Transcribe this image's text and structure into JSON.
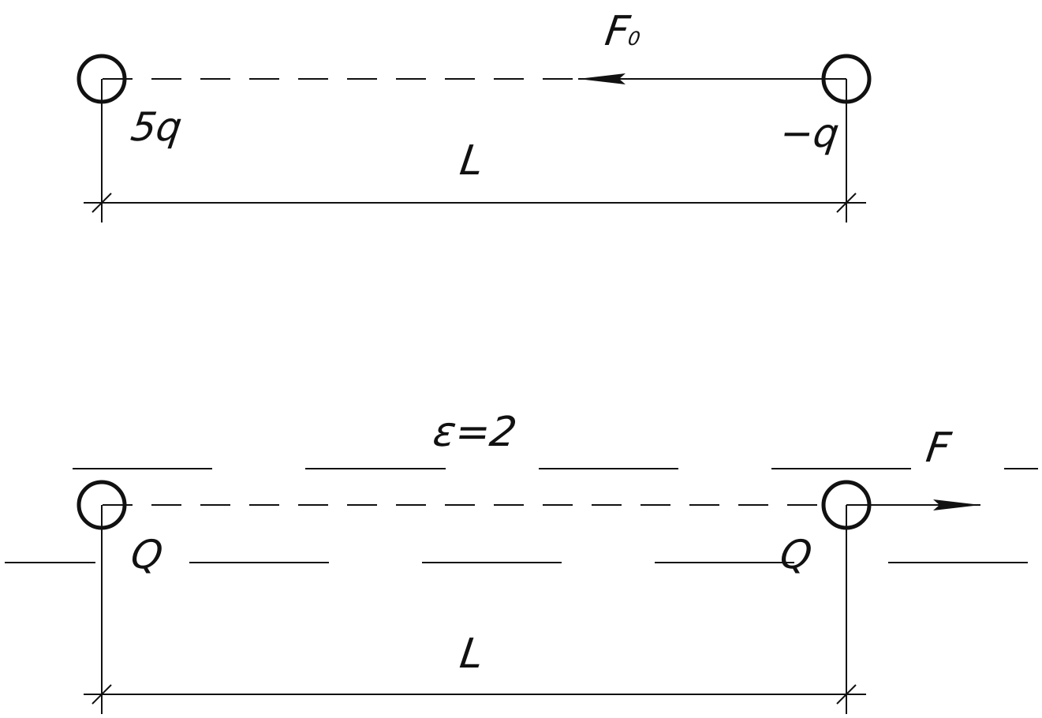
{
  "colors": {
    "line": "#111111",
    "background": "#ffffff"
  },
  "top": {
    "force_label": "F",
    "force_subscript": "0",
    "left_charge": "5q",
    "right_charge": "−q",
    "distance_label": "L"
  },
  "bottom": {
    "dielectric_label": "ε=2",
    "force_label": "F",
    "left_charge": "Q",
    "right_charge": "Q",
    "distance_label": "L"
  }
}
